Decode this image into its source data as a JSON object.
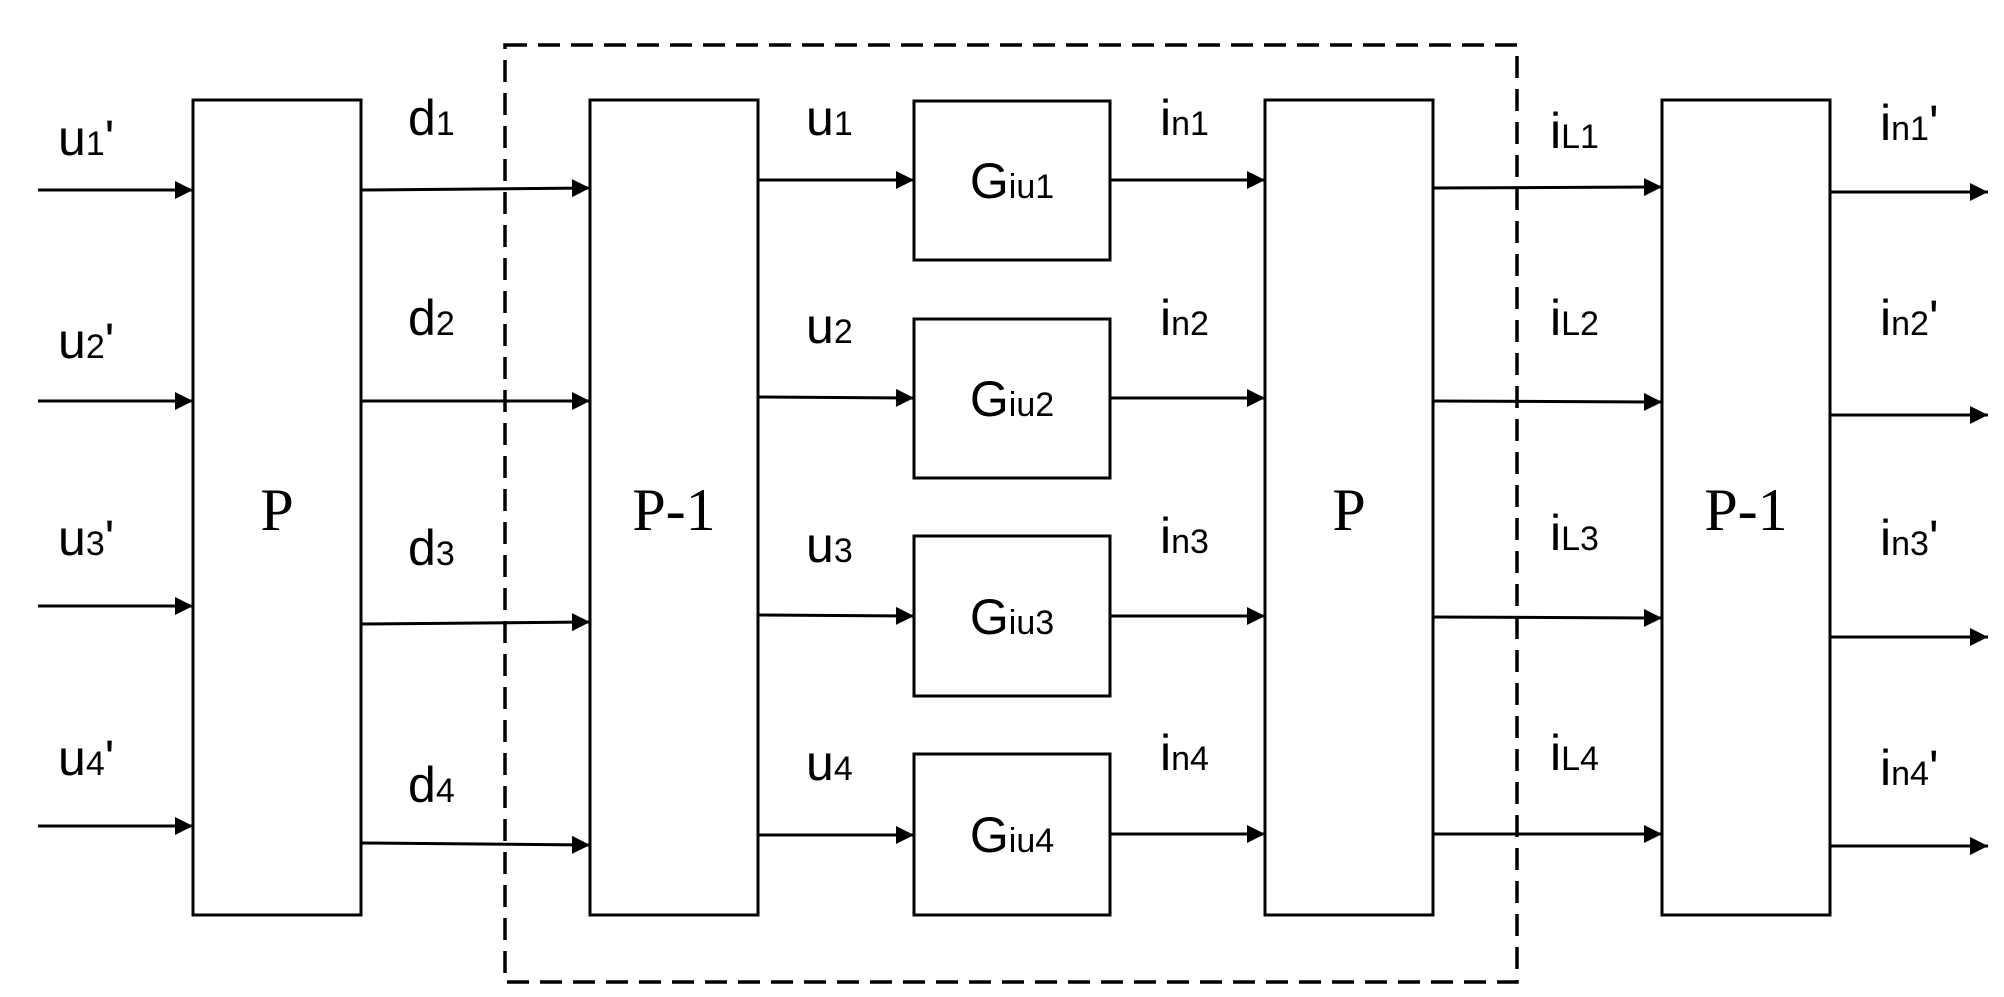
{
  "diagram": {
    "inputs": [
      {
        "main": "u",
        "sub": "1",
        "suffix": "'"
      },
      {
        "main": "u",
        "sub": "2",
        "suffix": "'"
      },
      {
        "main": "u",
        "sub": "3",
        "suffix": "'"
      },
      {
        "main": "u",
        "sub": "4",
        "suffix": "'"
      }
    ],
    "duty_labels": [
      {
        "main": "d",
        "sub": "1"
      },
      {
        "main": "d",
        "sub": "2"
      },
      {
        "main": "d",
        "sub": "3"
      },
      {
        "main": "d",
        "sub": "4"
      }
    ],
    "u_labels": [
      {
        "main": "u",
        "sub": "1"
      },
      {
        "main": "u",
        "sub": "2"
      },
      {
        "main": "u",
        "sub": "3"
      },
      {
        "main": "u",
        "sub": "4"
      }
    ],
    "plants": [
      {
        "main": "G",
        "sub": "iu1"
      },
      {
        "main": "G",
        "sub": "iu2"
      },
      {
        "main": "G",
        "sub": "iu3"
      },
      {
        "main": "G",
        "sub": "iu4"
      }
    ],
    "in_labels": [
      {
        "main": "i",
        "sub": "n1"
      },
      {
        "main": "i",
        "sub": "n2"
      },
      {
        "main": "i",
        "sub": "n3"
      },
      {
        "main": "i",
        "sub": "n4"
      }
    ],
    "il_labels": [
      {
        "main": "i",
        "sub": "L1"
      },
      {
        "main": "i",
        "sub": "L2"
      },
      {
        "main": "i",
        "sub": "L3"
      },
      {
        "main": "i",
        "sub": "L4"
      }
    ],
    "outputs": [
      {
        "main": "i",
        "sub": "n1",
        "suffix": "'"
      },
      {
        "main": "i",
        "sub": "n2",
        "suffix": "'"
      },
      {
        "main": "i",
        "sub": "n3",
        "suffix": "'"
      },
      {
        "main": "i",
        "sub": "n4",
        "suffix": "'"
      }
    ],
    "blocks": {
      "p1": "P",
      "pinv1": "P-1",
      "p2": "P",
      "pinv2": "P-1"
    }
  }
}
